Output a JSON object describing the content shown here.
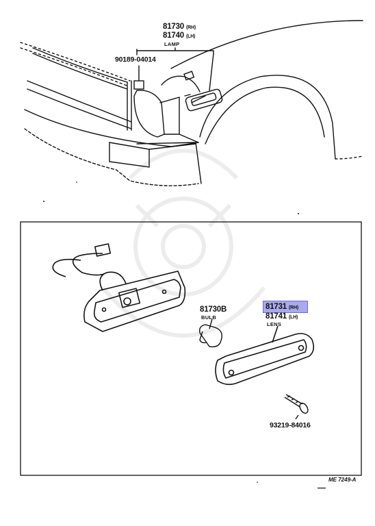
{
  "top_view": {
    "lamp_rh_number": "81730",
    "lamp_rh_side": "(RH)",
    "lamp_lh_number": "81740",
    "lamp_lh_side": "(LH)",
    "lamp_name": "LAMP",
    "clip_number": "90189-04014"
  },
  "detail_view": {
    "bulb_number": "81730B",
    "bulb_name": "BULB",
    "lens_rh_number": "81731",
    "lens_rh_side": "(RH)",
    "lens_lh_number": "81741",
    "lens_lh_side": "(LH)",
    "lens_name": "LENS",
    "screw_number": "93219-84016",
    "highlight_color": "#a9a9ee"
  },
  "footer": {
    "illustration_code": "ME 7249-A"
  }
}
